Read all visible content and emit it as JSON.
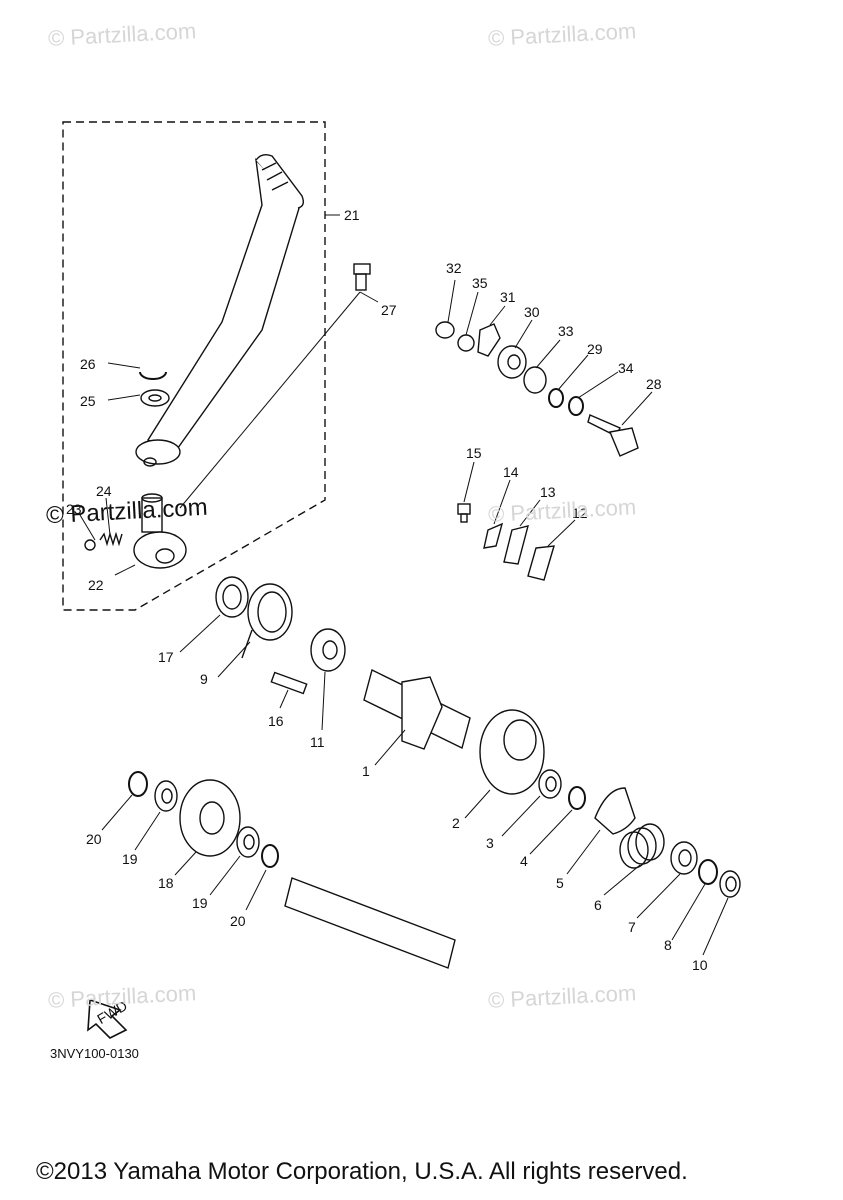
{
  "watermarks": [
    "© Partzilla.com",
    "© Partzilla.com",
    "© Partzilla.com",
    "© Partzilla.com",
    "© Partzilla.com",
    "© Partzilla.com"
  ],
  "callouts": [
    "1",
    "2",
    "3",
    "4",
    "5",
    "6",
    "7",
    "8",
    "9",
    "10",
    "11",
    "12",
    "13",
    "14",
    "15",
    "16",
    "17",
    "18",
    "19",
    "19",
    "20",
    "20",
    "21",
    "22",
    "23",
    "24",
    "25",
    "26",
    "27",
    "28",
    "29",
    "30",
    "31",
    "32",
    "33",
    "34",
    "35"
  ],
  "fwd_label": "FWD",
  "diagram_code": "3NVY100-0130",
  "copyright": "©2013 Yamaha Motor Corporation, U.S.A. All rights reserved."
}
